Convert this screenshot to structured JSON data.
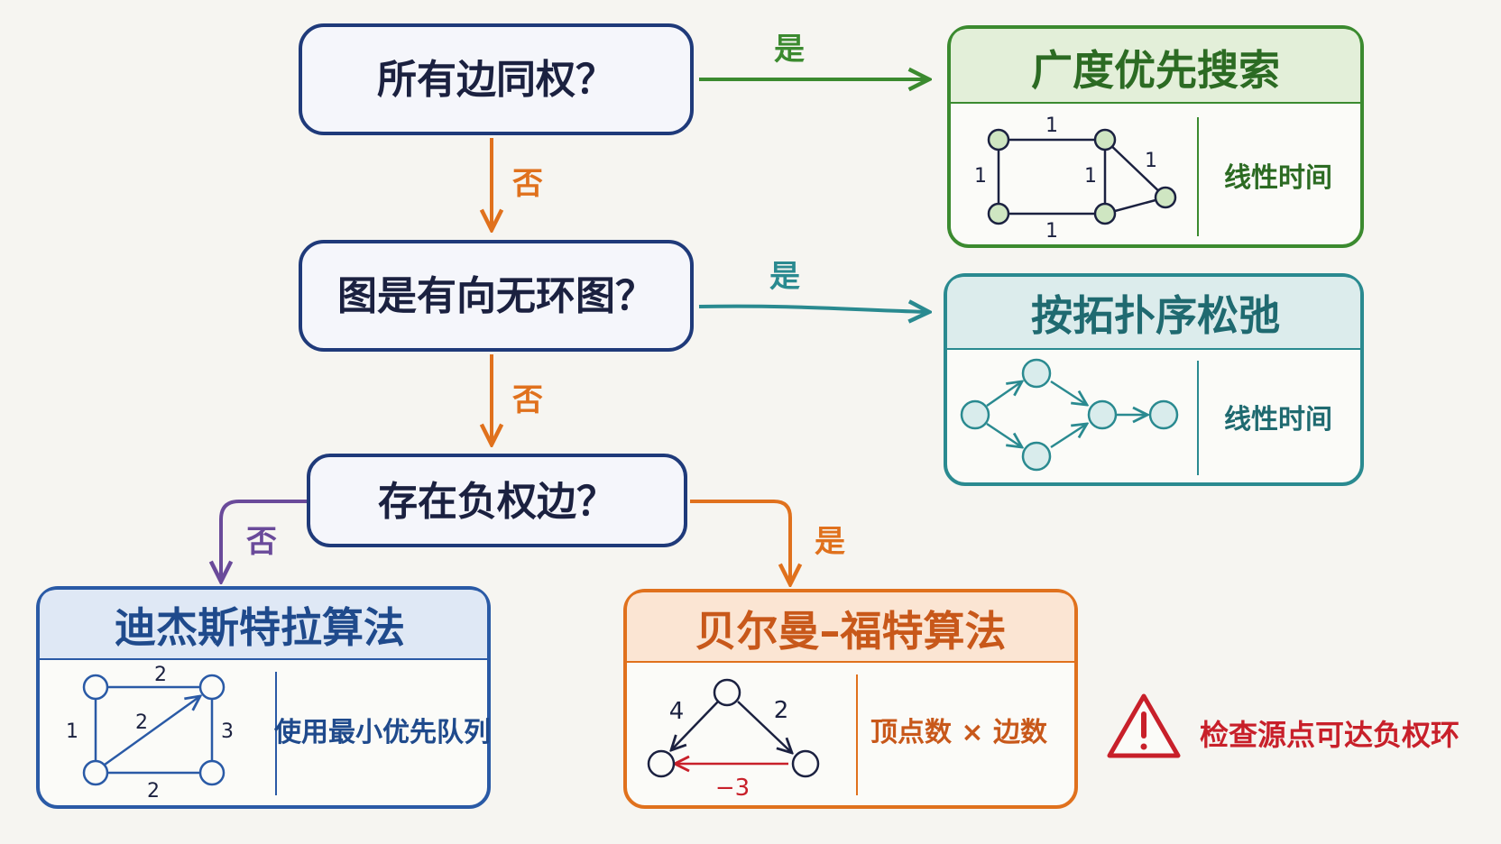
{
  "colors": {
    "navy": "#1f3a7a",
    "orange": "#e0711d",
    "green": "#3b8a2f",
    "teal": "#2a8a90",
    "blue": "#2a5aa6",
    "purple": "#6a4a9a",
    "red": "#c8202a"
  },
  "questions": {
    "q1": "所有边同权？",
    "q2": "图是有向无环图？",
    "q3": "存在负权边？"
  },
  "labels": {
    "yes": "是",
    "no": "否"
  },
  "outcomes": {
    "bfs": {
      "title": "广度优先搜索",
      "note": "线性时间"
    },
    "topo": {
      "title": "按拓扑序松弛",
      "note": "线性时间"
    },
    "dijkstra": {
      "title": "迪杰斯特拉算法",
      "note": "使用最小优先队列"
    },
    "bellman": {
      "title": "贝尔曼–福特算法",
      "note": "顶点数 × 边数"
    }
  },
  "graphs": {
    "bfs_weights": [
      "1",
      "1",
      "1",
      "1",
      "1"
    ],
    "dijkstra_weights": [
      "2",
      "1",
      "2",
      "3",
      "2"
    ],
    "bellman_weights": [
      "4",
      "2",
      "−3"
    ]
  },
  "warning": {
    "icon": "warning-triangle-icon",
    "text": "检查源点可达负权环"
  }
}
